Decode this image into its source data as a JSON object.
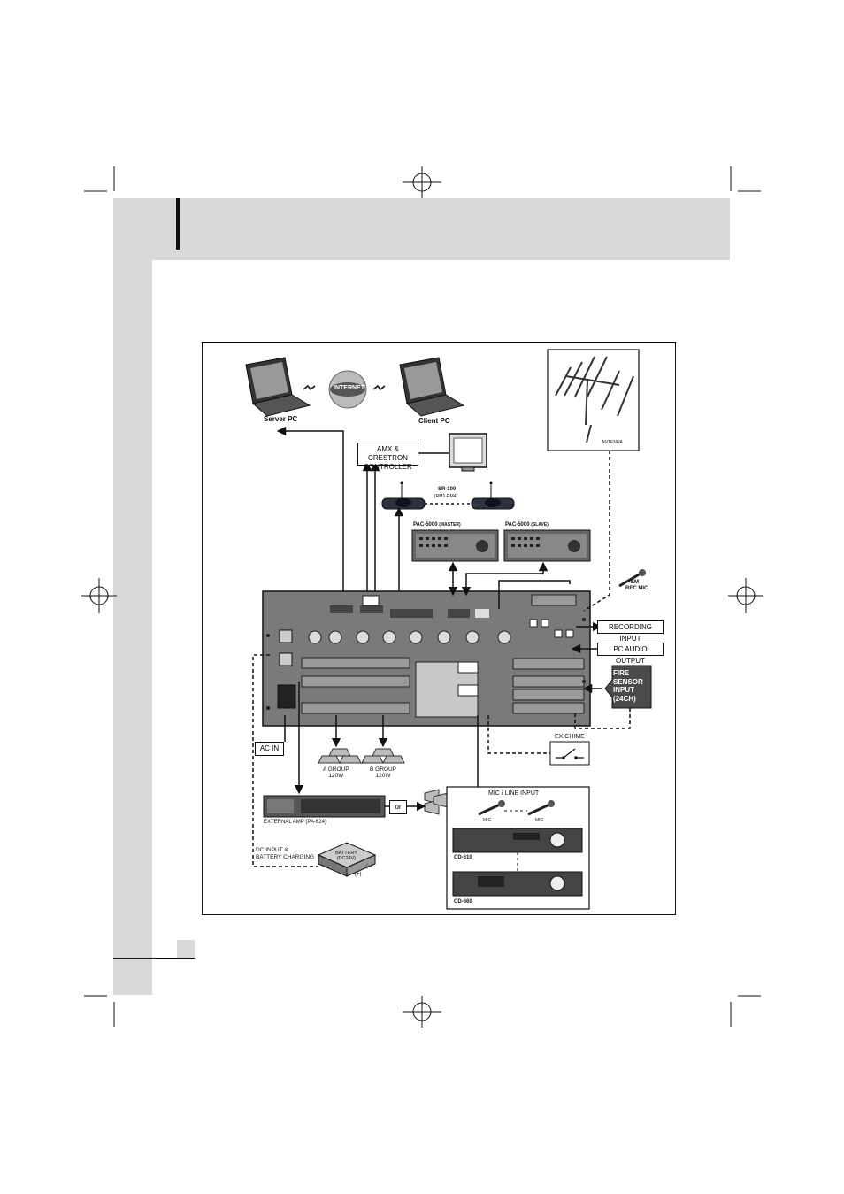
{
  "labels": {
    "server_pc": "Server PC",
    "client_pc": "Client PC",
    "internet": "INTERNET",
    "antenna": "ANTENNA",
    "amx_line1": "AMX & CRESTRON",
    "amx_line2": "CONTROLLER",
    "sr100_line1": "SR-100",
    "sr100_line2": "(RM1-RM4)",
    "pac_master_name": "PAC-5000",
    "pac_master_role": "(MASTER)",
    "pac_slave_name": "PAC-5000",
    "pac_slave_role": "(SLAVE)",
    "em_line1": "EM",
    "em_line2": "REC MIC",
    "recording_input": "RECORDING INPUT",
    "pc_audio_output": "PC AUDIO OUTPUT",
    "fire_l1": "FIRE",
    "fire_l2": "SENSOR",
    "fire_l3": "INPUT",
    "fire_l4": "(24CH)",
    "ex_chime": "EX CHIME",
    "ac_in": "AC  IN",
    "a_group_l1": "A GROUP",
    "a_group_l2": "120W",
    "b_group_l1": "B GROUP",
    "b_group_l2": "120W",
    "external_amp_name": "EXTERNAL AMP",
    "external_amp_model": "(PA-624)",
    "or": "or",
    "mic_line_input": "MIC / LINE INPUT",
    "mic_left": "MIC",
    "mic_right": "MIC",
    "cd610": "CD-610",
    "cd660": "CD-660",
    "dc_line1": "DC INPUT &",
    "dc_line2": "BATTERY CHARGING",
    "battery_l1": "BATTERY",
    "battery_l2": "(DC24V)",
    "minus": "(−)",
    "plus": "(+)"
  },
  "colors": {
    "sidebar_gray": "#d9d9d9",
    "panel_dark": "#7a7a7a",
    "fire_box": "#4a4a4a"
  }
}
